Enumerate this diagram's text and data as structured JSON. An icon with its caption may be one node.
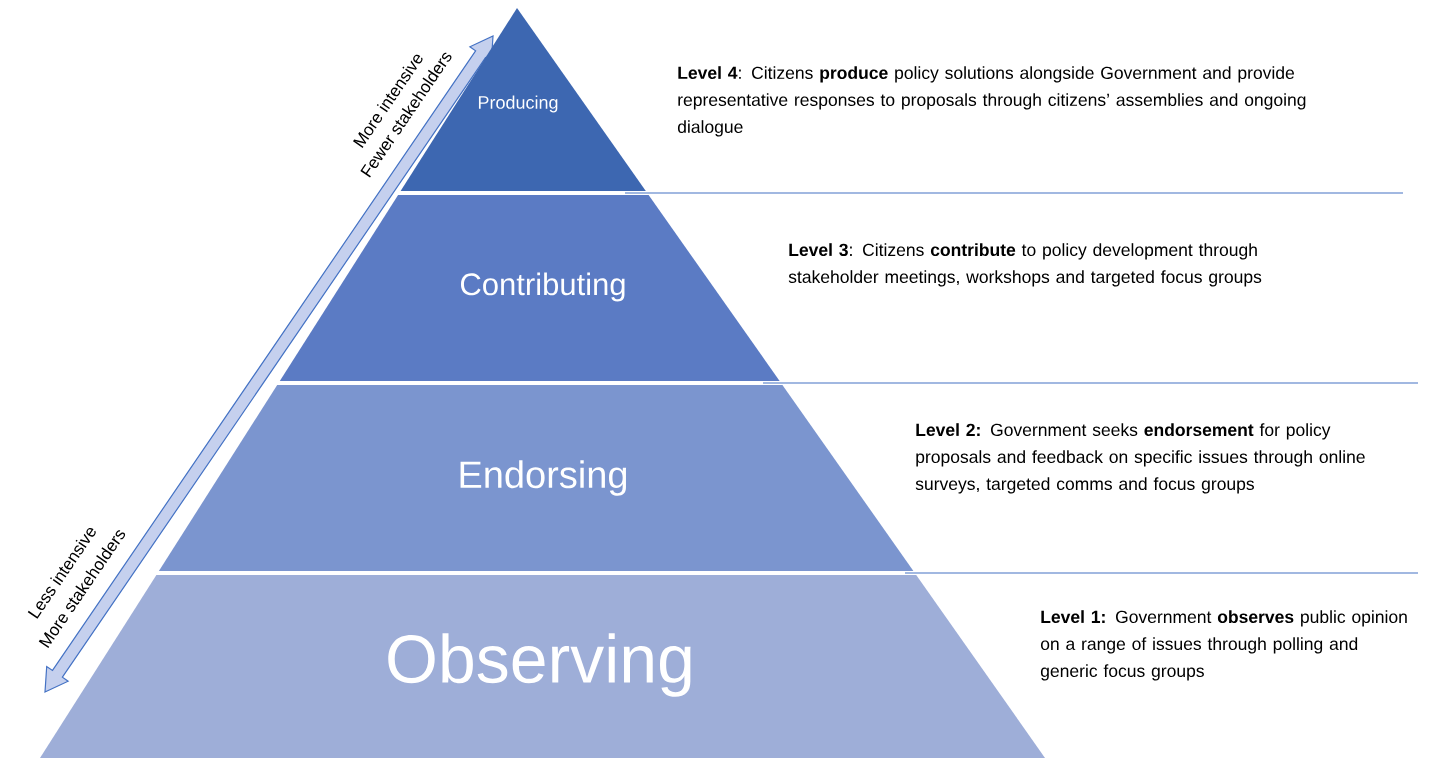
{
  "diagram": {
    "nodes": [
      {
        "text": [
          "Producing"
        ],
        "beside": [
          "**Level 4**: Citizens **produce** policy solutions alongside Government and provide representative responses to proposals through citizens’ assemblies and ongoing dialogue"
        ]
      },
      {
        "text": [
          "Contributing"
        ],
        "beside": [
          "**Level 3**: Citizens **contribute** to policy development through stakeholder meetings, workshops and targeted focus groups"
        ]
      },
      {
        "text": [
          "Endorsing"
        ],
        "beside": [
          "**Level 2:** Government seeks **endorsement** for policy proposals and feedback on specific issues through online surveys, targeted comms and focus groups"
        ]
      },
      {
        "text": [
          "Observing"
        ],
        "beside": [
          "**Level 1:** Government **observes** public opinion on a range of issues through polling and generic focus groups"
        ]
      }
    ],
    "labels": [
      "More intensive",
      "Fewer stakeholders",
      "Less intensive",
      "More stakeholders"
    ]
  }
}
